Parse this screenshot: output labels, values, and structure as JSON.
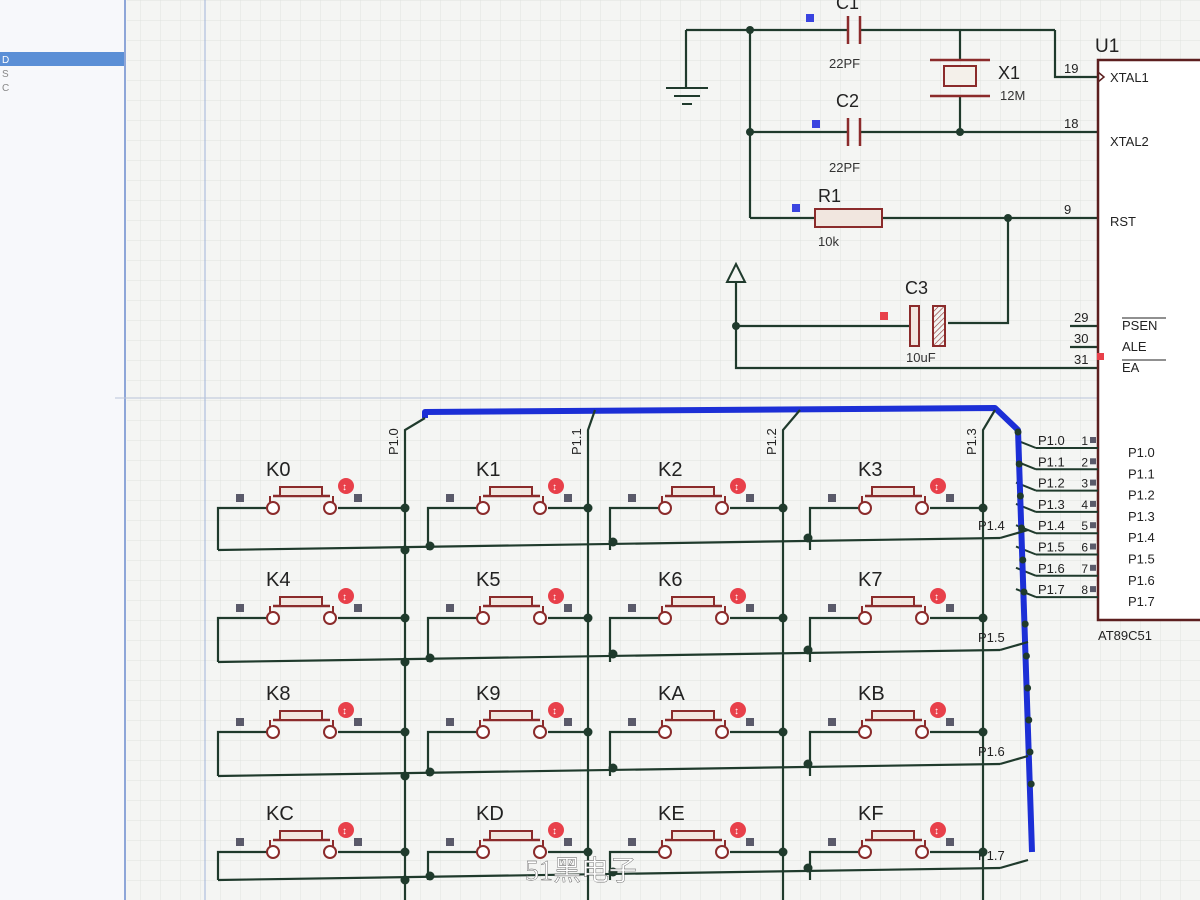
{
  "side_panel": {
    "items": [
      "D",
      "S",
      "C"
    ]
  },
  "components": {
    "c1": {
      "ref": "C1",
      "value": "22PF"
    },
    "c2": {
      "ref": "C2",
      "value": "22PF"
    },
    "x1": {
      "ref": "X1",
      "value": "12M"
    },
    "r1": {
      "ref": "R1",
      "value": "10k"
    },
    "c3": {
      "ref": "C3",
      "value": "10uF"
    }
  },
  "chip": {
    "ref": "U1",
    "part": "AT89C51",
    "pins": [
      {
        "num": "19",
        "name": "XTAL1"
      },
      {
        "num": "18",
        "name": "XTAL2"
      },
      {
        "num": "9",
        "name": "RST"
      },
      {
        "num": "29",
        "name": "PSEN"
      },
      {
        "num": "30",
        "name": "ALE"
      },
      {
        "num": "31",
        "name": "EA"
      }
    ],
    "port_pins": [
      "1",
      "2",
      "3",
      "4",
      "5",
      "6",
      "7",
      "8"
    ],
    "port_names": [
      "P1.0",
      "P1.1",
      "P1.2",
      "P1.3",
      "P1.4",
      "P1.5",
      "P1.6",
      "P1.7"
    ]
  },
  "net_labels": {
    "port": [
      "P1.0",
      "P1.1",
      "P1.2",
      "P1.3",
      "P1.4",
      "P1.5",
      "P1.6",
      "P1.7"
    ],
    "columns": [
      "P1.0",
      "P1.1",
      "P1.2",
      "P1.3"
    ],
    "rows": [
      "P1.4",
      "P1.5",
      "P1.6",
      "P1.7"
    ]
  },
  "keys": [
    [
      "K0",
      "K1",
      "K2",
      "K3"
    ],
    [
      "K4",
      "K5",
      "K6",
      "K7"
    ],
    [
      "K8",
      "K9",
      "KA",
      "KB"
    ],
    [
      "KC",
      "KD",
      "KE",
      "KF"
    ]
  ],
  "watermark": "51黑电子",
  "colors": {
    "wire": "#1f3a2c",
    "bus": "#1c2fd6",
    "component": "#8b2b2b",
    "grid": "#d7dbd7",
    "pin_marker": "#5a5a6a",
    "accent_blue": "#3a44e0",
    "accent_red": "#e8404a"
  }
}
